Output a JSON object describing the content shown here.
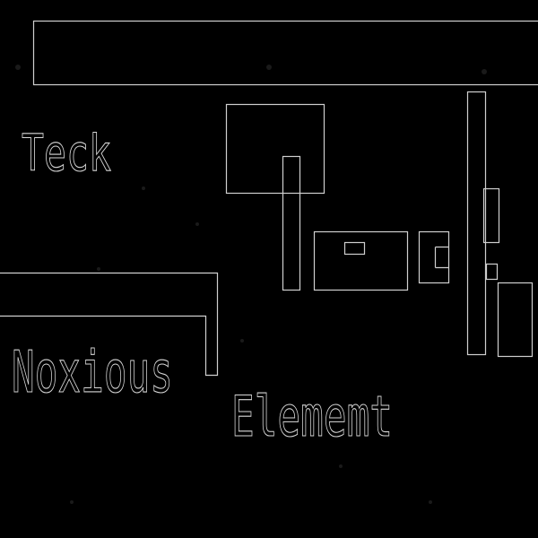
{
  "artwork": {
    "words": {
      "word_1": "Teck",
      "word_2": "Noxious",
      "word_3": "Elememt"
    },
    "colors": {
      "background": "#000000",
      "line": "#cfcfcf"
    }
  }
}
